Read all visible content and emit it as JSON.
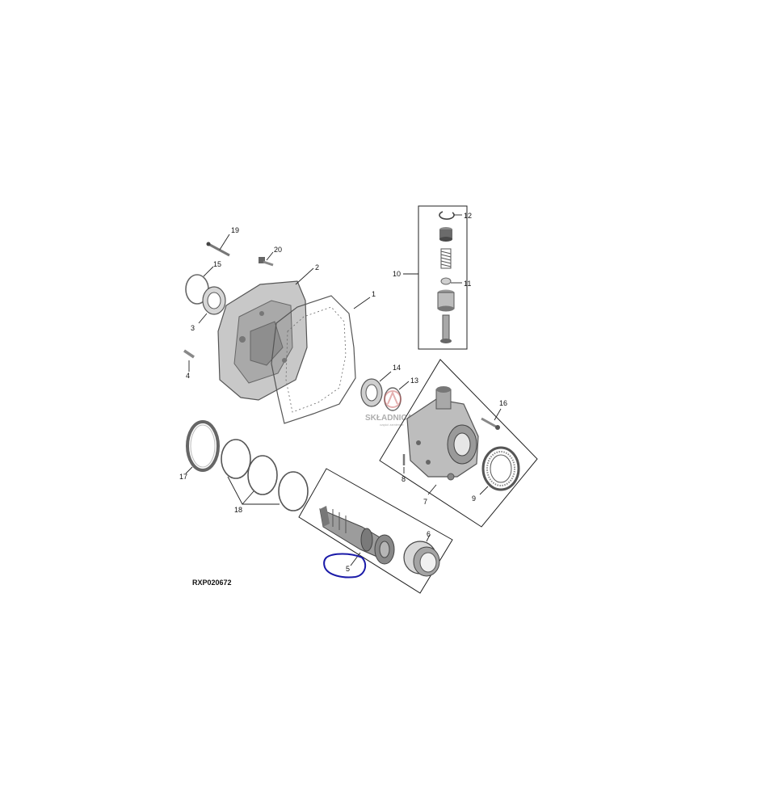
{
  "diagram": {
    "code": "RXP020672",
    "callouts": {
      "c1": "1",
      "c2": "2",
      "c3": "3",
      "c4": "4",
      "c5": "5",
      "c6": "6",
      "c7": "7",
      "c8": "8",
      "c9": "9",
      "c10": "10",
      "c11": "11",
      "c12": "12",
      "c13": "13",
      "c14": "14",
      "c15": "15",
      "c16": "16",
      "c17": "17",
      "c18": "18",
      "c19": "19",
      "c20": "20"
    },
    "watermark": {
      "text": "SKŁADNICA",
      "tagline": "części zamienne"
    },
    "highlight_color": "#1a1aa8"
  }
}
